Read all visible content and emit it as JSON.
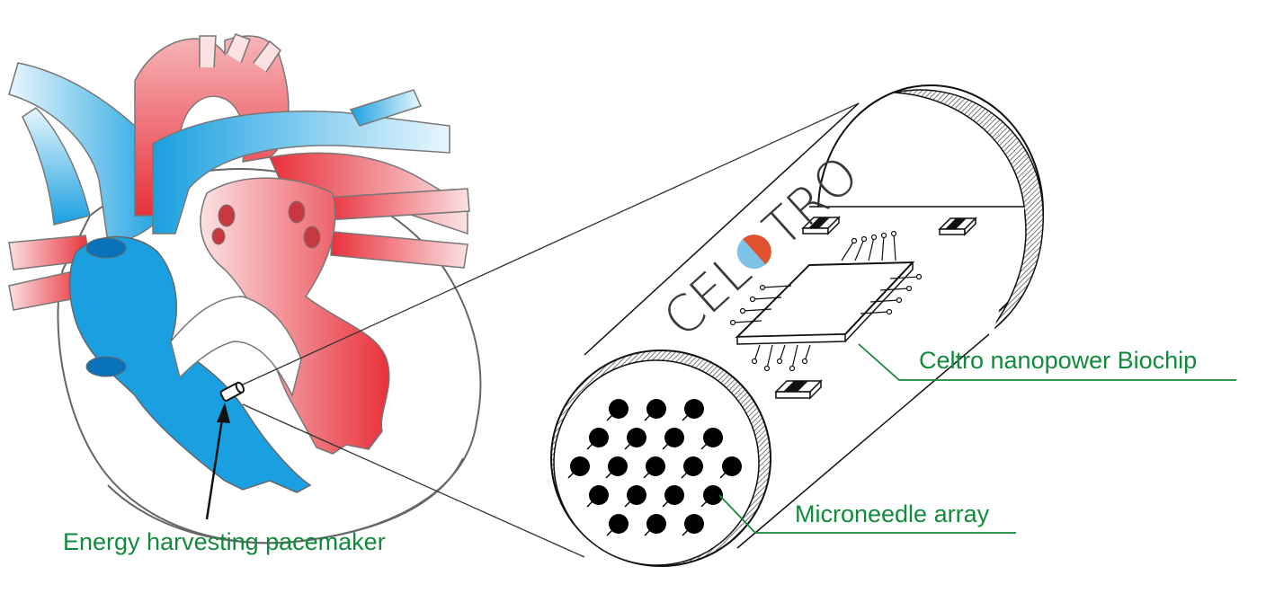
{
  "labels": {
    "pacemaker": "Energy harvesting pacemaker",
    "biochip": "Celtro nanopower Biochip",
    "microneedle": "Microneedle array"
  },
  "logo": {
    "text_left": "CEL",
    "text_right": "TRO"
  },
  "colors": {
    "label_green": "#118a3c",
    "vein_blue": "#1aa0e0",
    "artery_red": "#e8303a",
    "logo_gray": "#3a3a3a",
    "logo_blue": "#7fc2e8",
    "logo_orange": "#e0522e"
  }
}
